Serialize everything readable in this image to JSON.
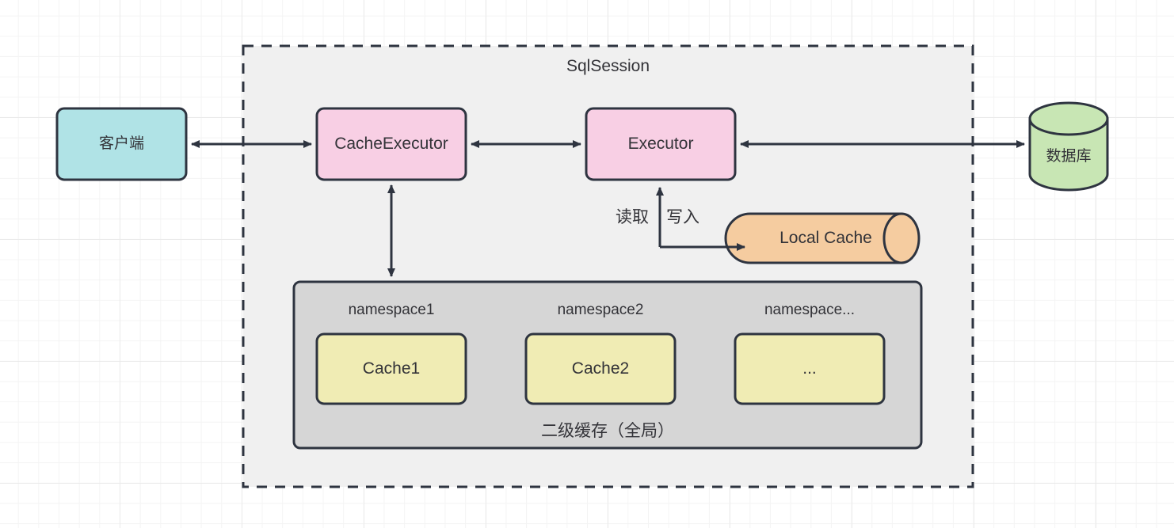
{
  "diagram": {
    "title": "SqlSession",
    "container_label": "SqlSession",
    "client": {
      "label": "客户端"
    },
    "cache_executor": {
      "label": "CacheExecutor"
    },
    "executor": {
      "label": "Executor"
    },
    "database": {
      "label": "数据库"
    },
    "local_cache": {
      "label": "Local Cache"
    },
    "edge_labels": {
      "read": "读取",
      "write": "写入"
    },
    "second_level_cache": {
      "footer_label": "二级缓存（全局）",
      "namespaces": [
        {
          "title": "namespace1",
          "cache_label": "Cache1"
        },
        {
          "title": "namespace2",
          "cache_label": "Cache2"
        },
        {
          "title": "namespace...",
          "cache_label": "..."
        }
      ]
    },
    "colors": {
      "stroke": "#2e3440",
      "client_fill": "#b0e3e6",
      "executor_fill": "#f8cfe4",
      "database_fill": "#c8e6b4",
      "local_cache_fill": "#f5ccA0",
      "cache_fill": "#f0ecb4",
      "group_fill": "#d6d6d6",
      "session_fill": "#f0f0f0",
      "text": "#333338"
    }
  }
}
